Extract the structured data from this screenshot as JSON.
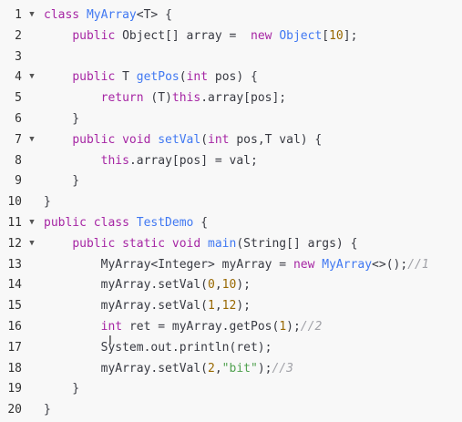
{
  "editor": {
    "lines": [
      {
        "n": "1",
        "fold": true,
        "tokens": [
          [
            "kw",
            "class "
          ],
          [
            "ty",
            "MyArray"
          ],
          [
            "plain",
            "<T> {"
          ]
        ]
      },
      {
        "n": "2",
        "fold": false,
        "tokens": [
          [
            "plain",
            "    "
          ],
          [
            "kw",
            "public "
          ],
          [
            "plain",
            "Object[] array =  "
          ],
          [
            "kw",
            "new "
          ],
          [
            "ty",
            "Object"
          ],
          [
            "plain",
            "["
          ],
          [
            "num",
            "10"
          ],
          [
            "plain",
            "];"
          ]
        ]
      },
      {
        "n": "3",
        "fold": false,
        "tokens": []
      },
      {
        "n": "4",
        "fold": true,
        "tokens": [
          [
            "plain",
            "    "
          ],
          [
            "kw",
            "public "
          ],
          [
            "plain",
            "T "
          ],
          [
            "fn",
            "getPos"
          ],
          [
            "plain",
            "("
          ],
          [
            "kw",
            "int "
          ],
          [
            "plain",
            "pos) {"
          ]
        ]
      },
      {
        "n": "5",
        "fold": false,
        "tokens": [
          [
            "plain",
            "        "
          ],
          [
            "kw",
            "return "
          ],
          [
            "plain",
            "(T)"
          ],
          [
            "kw",
            "this"
          ],
          [
            "plain",
            ".array[pos];"
          ]
        ]
      },
      {
        "n": "6",
        "fold": false,
        "tokens": [
          [
            "plain",
            "    }"
          ]
        ]
      },
      {
        "n": "7",
        "fold": true,
        "tokens": [
          [
            "plain",
            "    "
          ],
          [
            "kw",
            "public void "
          ],
          [
            "fn",
            "setVal"
          ],
          [
            "plain",
            "("
          ],
          [
            "kw",
            "int "
          ],
          [
            "plain",
            "pos,T val) {"
          ]
        ]
      },
      {
        "n": "8",
        "fold": false,
        "tokens": [
          [
            "plain",
            "        "
          ],
          [
            "kw",
            "this"
          ],
          [
            "plain",
            ".array[pos] = val;"
          ]
        ]
      },
      {
        "n": "9",
        "fold": false,
        "tokens": [
          [
            "plain",
            "    }"
          ]
        ]
      },
      {
        "n": "10",
        "fold": false,
        "tokens": [
          [
            "plain",
            "}"
          ]
        ]
      },
      {
        "n": "11",
        "fold": true,
        "tokens": [
          [
            "kw",
            "public class "
          ],
          [
            "ty",
            "TestDemo"
          ],
          [
            "plain",
            " {"
          ]
        ]
      },
      {
        "n": "12",
        "fold": true,
        "tokens": [
          [
            "plain",
            "    "
          ],
          [
            "kw",
            "public static void "
          ],
          [
            "fn",
            "main"
          ],
          [
            "plain",
            "(String[] args) {"
          ]
        ]
      },
      {
        "n": "13",
        "fold": false,
        "tokens": [
          [
            "plain",
            "        MyArray<Integer> myArray = "
          ],
          [
            "kw",
            "new "
          ],
          [
            "ty",
            "MyArray"
          ],
          [
            "plain",
            "<>();"
          ],
          [
            "cm",
            "//1"
          ]
        ]
      },
      {
        "n": "14",
        "fold": false,
        "tokens": [
          [
            "plain",
            "        myArray.setVal("
          ],
          [
            "num",
            "0"
          ],
          [
            "plain",
            ","
          ],
          [
            "num",
            "10"
          ],
          [
            "plain",
            ");"
          ]
        ]
      },
      {
        "n": "15",
        "fold": false,
        "tokens": [
          [
            "plain",
            "        myArray.setVal("
          ],
          [
            "num",
            "1"
          ],
          [
            "plain",
            ","
          ],
          [
            "num",
            "12"
          ],
          [
            "plain",
            ");"
          ]
        ]
      },
      {
        "n": "16",
        "fold": false,
        "tokens": [
          [
            "plain",
            "        "
          ],
          [
            "kw",
            "int "
          ],
          [
            "plain",
            "ret = myArray.getPos("
          ],
          [
            "num",
            "1"
          ],
          [
            "plain",
            ");"
          ],
          [
            "cm",
            "//2"
          ]
        ]
      },
      {
        "n": "17",
        "fold": false,
        "tokens": [
          [
            "plain",
            "        System.out.println(ret);"
          ]
        ]
      },
      {
        "n": "18",
        "fold": false,
        "tokens": [
          [
            "plain",
            "        myArray.setVal("
          ],
          [
            "num",
            "2"
          ],
          [
            "plain",
            ","
          ],
          [
            "str",
            "\"bit\""
          ],
          [
            "plain",
            ");"
          ],
          [
            "cm",
            "//3"
          ]
        ]
      },
      {
        "n": "19",
        "fold": false,
        "tokens": [
          [
            "plain",
            "    }"
          ]
        ]
      },
      {
        "n": "20",
        "fold": false,
        "tokens": [
          [
            "plain",
            "}"
          ]
        ]
      }
    ],
    "fold_icon": "caret-down-icon",
    "cursor_icon": "text-cursor-icon"
  }
}
